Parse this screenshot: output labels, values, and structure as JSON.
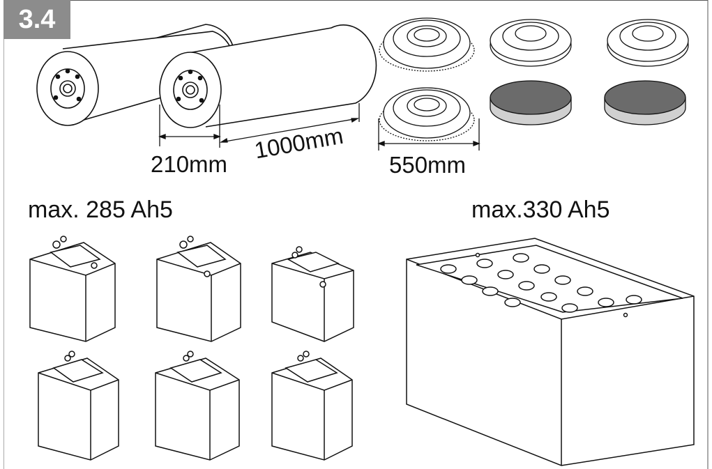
{
  "section": {
    "number": "3.4"
  },
  "dimensions": {
    "roller_diameter": "210mm",
    "roller_length": "1000mm",
    "disc_diameter": "550mm"
  },
  "batteries": {
    "left_caption": "max. 285 Ah5",
    "right_caption": "max.330 Ah5"
  },
  "colors": {
    "badge": "#8c8c8c",
    "pad": "#6b6b6b",
    "pad_edge": "#d0d0d0",
    "line": "#111111"
  }
}
